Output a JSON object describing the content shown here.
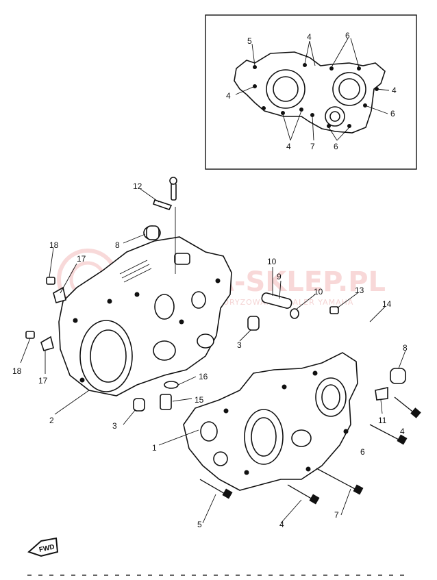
{
  "watermark": {
    "brand": "YAMA-SKLEP.PL",
    "subtitle": "AUTORYZOWANY DEALER YAMAHA"
  },
  "inset_callouts": [
    {
      "id": "i5",
      "label": "5"
    },
    {
      "id": "i4a",
      "label": "4"
    },
    {
      "id": "i6a",
      "label": "6"
    },
    {
      "id": "i4b",
      "label": "4"
    },
    {
      "id": "i4c",
      "label": "4"
    },
    {
      "id": "i6b",
      "label": "6"
    },
    {
      "id": "i4d",
      "label": "4"
    },
    {
      "id": "i7",
      "label": "7"
    },
    {
      "id": "i6c",
      "label": "6"
    }
  ],
  "callouts": [
    {
      "id": "c12",
      "label": "12"
    },
    {
      "id": "c8a",
      "label": "8"
    },
    {
      "id": "c18a",
      "label": "18"
    },
    {
      "id": "c17a",
      "label": "17"
    },
    {
      "id": "c10a",
      "label": "10"
    },
    {
      "id": "c9",
      "label": "9"
    },
    {
      "id": "c10b",
      "label": "10"
    },
    {
      "id": "c13",
      "label": "13"
    },
    {
      "id": "c14",
      "label": "14"
    },
    {
      "id": "c3a",
      "label": "3"
    },
    {
      "id": "c8b",
      "label": "8"
    },
    {
      "id": "c18b",
      "label": "18"
    },
    {
      "id": "c17b",
      "label": "17"
    },
    {
      "id": "c16",
      "label": "16"
    },
    {
      "id": "c15",
      "label": "15"
    },
    {
      "id": "c2",
      "label": "2"
    },
    {
      "id": "c3b",
      "label": "3"
    },
    {
      "id": "c11",
      "label": "11"
    },
    {
      "id": "c4a",
      "label": "4"
    },
    {
      "id": "c1",
      "label": "1"
    },
    {
      "id": "c6",
      "label": "6"
    },
    {
      "id": "c5",
      "label": "5"
    },
    {
      "id": "c4b",
      "label": "4"
    },
    {
      "id": "c7",
      "label": "7"
    }
  ],
  "fwd_label": "FWD"
}
